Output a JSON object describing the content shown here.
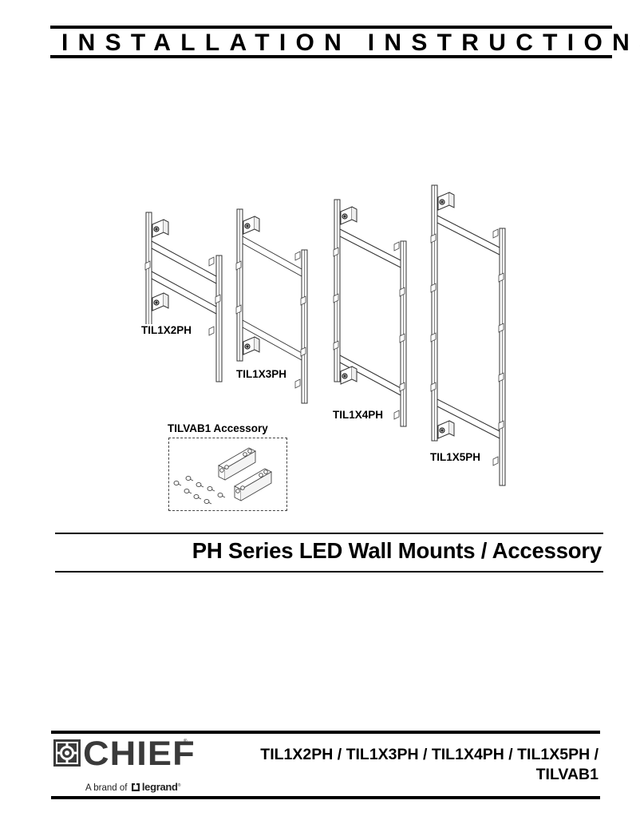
{
  "header": {
    "title": "INSTALLATION INSTRUCTIONS"
  },
  "illustration": {
    "mounts": [
      {
        "id": "TIL1X2PH",
        "label": "TIL1X2PH"
      },
      {
        "id": "TIL1X3PH",
        "label": "TIL1X3PH"
      },
      {
        "id": "TIL1X4PH",
        "label": "TIL1X4PH"
      },
      {
        "id": "TIL1X5PH",
        "label": "TIL1X5PH"
      }
    ],
    "accessory": {
      "label": "TILVAB1 Accessory",
      "contents": [
        "screws",
        "brackets"
      ]
    }
  },
  "subtitle": "PH Series LED Wall Mounts / Accessory",
  "footer": {
    "brand": "CHIEF",
    "brand_reg": "®",
    "tagline_prefix": "A brand of",
    "parent_brand": "legrand",
    "parent_reg": "®",
    "models_line1": "TIL1X2PH / TIL1X3PH / TIL1X4PH / TIL1X5PH /",
    "models_line2": "TILVAB1"
  },
  "colors": {
    "ink": "#000000",
    "brand_gray": "#3a3a3a",
    "background": "#ffffff"
  }
}
